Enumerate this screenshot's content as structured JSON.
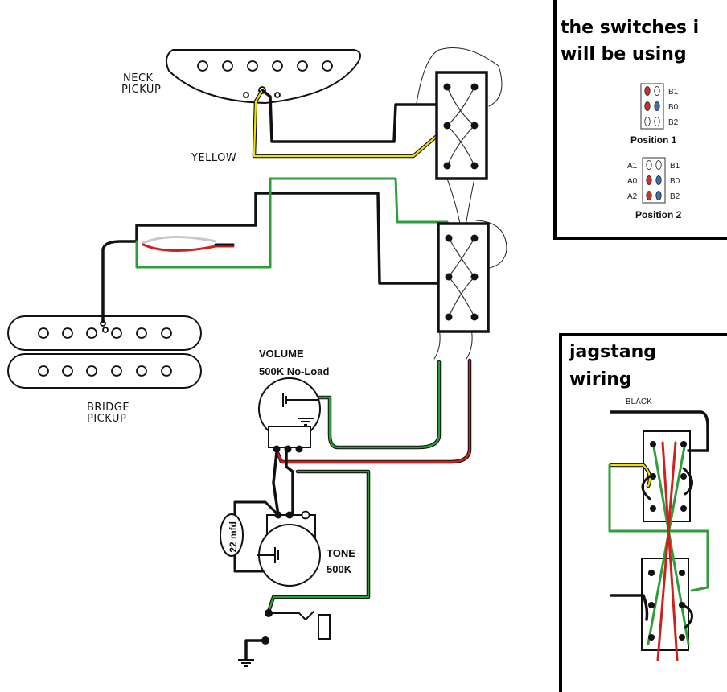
{
  "pickups": {
    "neck_label_1": "NECK",
    "neck_label_2": "PICKUP",
    "bridge_label_1": "BRIDGE",
    "bridge_label_2": "PICKUP",
    "yellow_label": "YELLOW"
  },
  "pots": {
    "volume_label": "VOLUME",
    "volume_value": "500K No-Load",
    "tone_label": "TONE",
    "tone_value": "500K",
    "cap_label": ".22 mfd"
  },
  "switches_panel": {
    "title_line1": "the switches i",
    "title_line2": "will be using",
    "pos1_rows": [
      "B1",
      "B0",
      "B2"
    ],
    "pos1_caption": "Position 1",
    "pos2_left": [
      "A1",
      "A0",
      "A2"
    ],
    "pos2_right": [
      "B1",
      "B0",
      "B2"
    ],
    "pos2_caption": "Position 2"
  },
  "jagstang_panel": {
    "title_line1": "jagstang",
    "title_line2": "wiring",
    "black_label": "BLACK"
  },
  "colors": {
    "black_wire": "#111111",
    "green_wire": "#2e9e3a",
    "red_wire": "#d0201c",
    "yellow_wire": "#f2e000",
    "white_wire": "#c8c8c8"
  }
}
